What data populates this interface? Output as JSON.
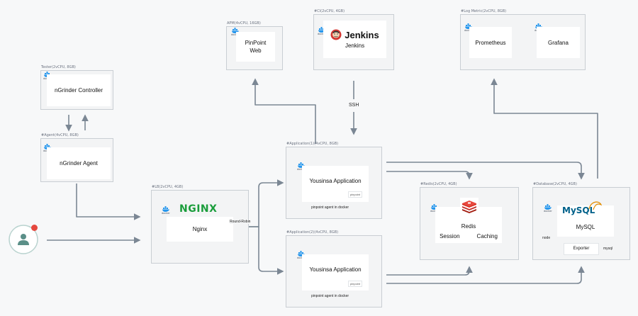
{
  "groups": {
    "apm": "APM(4vCPU, 16GB)",
    "ci": "#CI(2vCPU, 4GB)",
    "log": "#Log Metric(2vCPU, 8GB)",
    "tester": "Tester(2vCPU, 8GB)",
    "agent": "#Agent(4vCPU, 8GB)",
    "lb": "#LB(2vCPU, 4GB)",
    "app1": "#Application(1)(4vCPU, 8GB)",
    "app2": "#Application(2)(4vCPU, 8GB)",
    "redis": "#Redis(2vCPU, 4GB)",
    "db": "#Database(2vCPU, 4GB)"
  },
  "docker_label": "docker",
  "nodes": {
    "pinpoint": "PinPoint\nWeb",
    "jenkins_logo": "Jenkins",
    "jenkins": "Jenkins",
    "prometheus": "Prometheus",
    "grafana": "Grafana",
    "ngrinder_controller": "nGrinder Controller",
    "ngrinder_agent": "nGrinder Agent",
    "nginx_logo": "NGINX",
    "nginx": "Nginx",
    "app1": "Yousinsa Application",
    "app2": "Yousinsa Application",
    "app_tag": "pinpoint",
    "app_note": "pinpoint agent in docker",
    "redis": "Redis",
    "redis_session": "Session",
    "redis_caching": "Caching",
    "mysql_logo": "MySQL",
    "mysql": "MySQL",
    "exporter": "Exporter"
  },
  "edge_labels": {
    "ssh": "SSH",
    "round_robin": "Round-Robin",
    "node": "node",
    "mysql": "mysql"
  },
  "colors": {
    "line": "#7b8794",
    "nginx": "#1a9d3b",
    "redis": "#d82c20",
    "mysql_blue": "#00618a",
    "mysql_orange": "#e48e00",
    "docker": "#2496ed",
    "badge": "#e5483f",
    "user": "#5b8f88"
  }
}
